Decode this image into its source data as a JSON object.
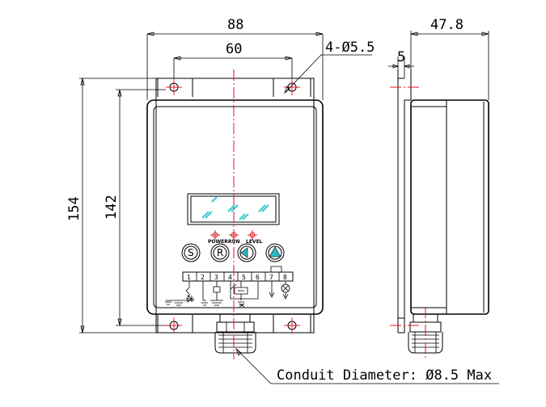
{
  "dimensions": {
    "overall_width": "88",
    "hole_spacing": "60",
    "holes": "4-Ø5.5",
    "depth": "47.8",
    "flange": "5",
    "overall_height": "154",
    "hole_height": "142"
  },
  "indicators": {
    "power": "POWER",
    "run": "RUN",
    "level": "LEVEL"
  },
  "buttons": {
    "s": "S",
    "r": "R"
  },
  "terminals": [
    "1",
    "2",
    "3",
    "4",
    "5",
    "6",
    "7",
    "8"
  ],
  "conduit_note": "Conduit Diameter: Ø8.5 Max",
  "colors": {
    "line": "#000000",
    "centerline": "#e0151b",
    "glass": "#3ecbd2",
    "button_accent": "#2ab8c8"
  }
}
